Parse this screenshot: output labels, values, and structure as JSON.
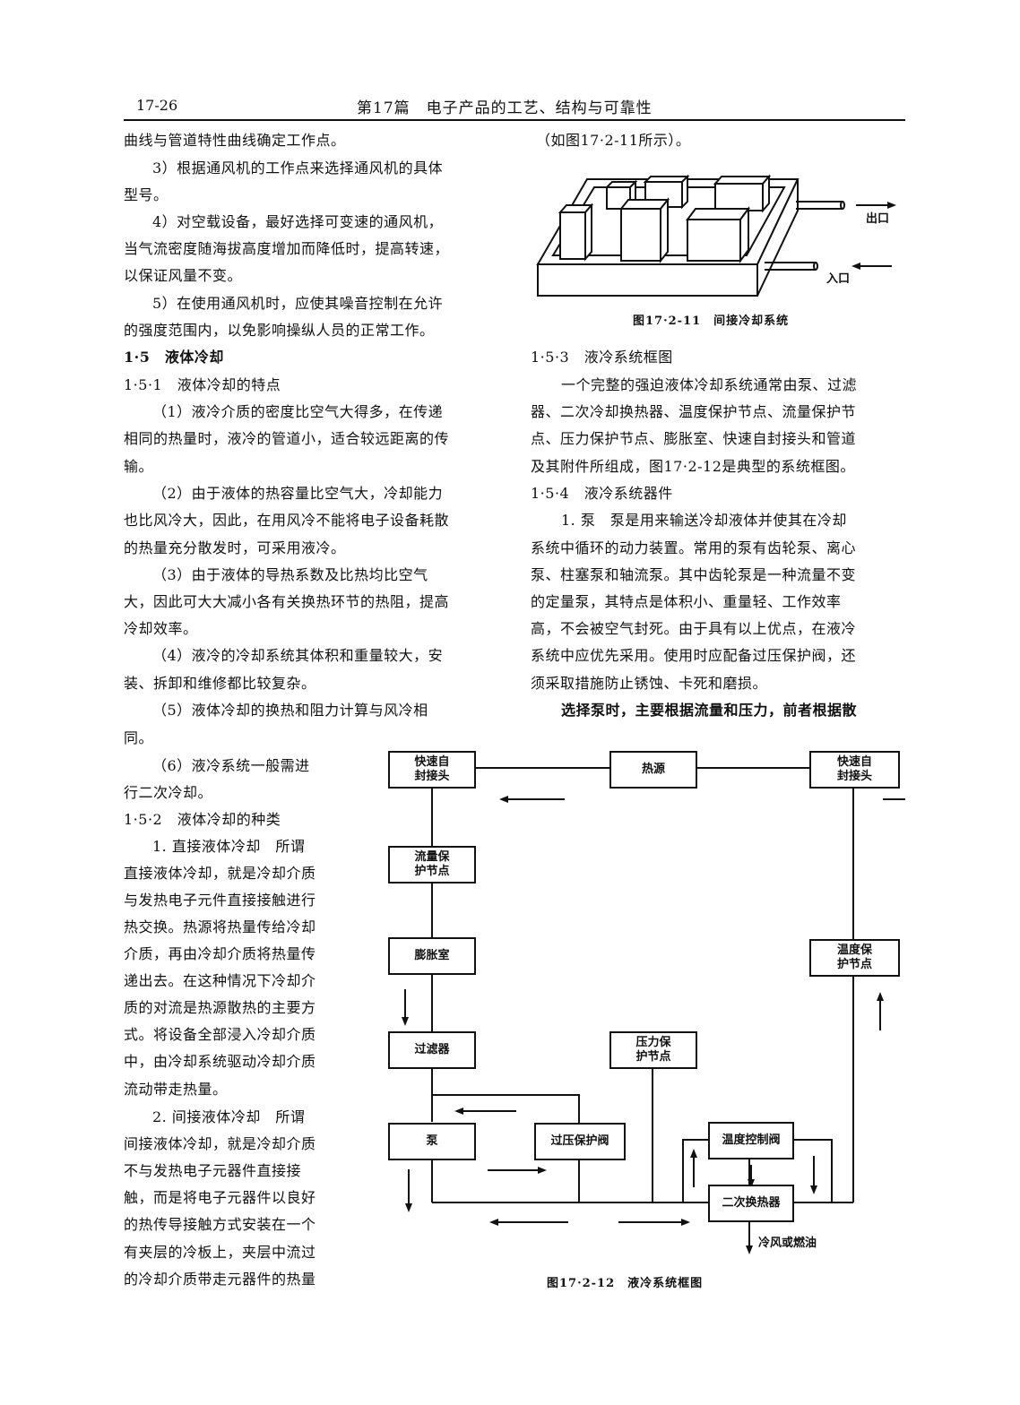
{
  "header": {
    "page_number": "17-26",
    "title": "第17篇　电子产品的工艺、结构与可靠性"
  },
  "left_col": {
    "l1": "曲线与管道特性曲线确定工作点。",
    "l2": "3）根据通风机的工作点来选择通风机的具体",
    "l3": "型号。",
    "l4": "4）对空载设备，最好选择可变速的通风机，",
    "l5": "当气流密度随海拔高度增加而降低时，提高转速，",
    "l6": "以保证风量不变。",
    "l7": "5）在使用通风机时，应使其噪音控制在允许",
    "l8": "的强度范围内，以免影响操纵人员的正常工作。",
    "l9": "1·5　液体冷却",
    "l10": "1·5·1　液体冷却的特点",
    "l11": "（1）液冷介质的密度比空气大得多，在传递",
    "l12": "相同的热量时，液冷的管道小，适合较远距离的传",
    "l13": "输。",
    "l14": "（2）由于液体的热容量比空气大，冷却能力",
    "l15": "也比风冷大，因此，在用风冷不能将电子设备耗散",
    "l16": "的热量充分散发时，可采用液冷。",
    "l17": "（3）由于液体的导热系数及比热均比空气",
    "l18": "大，因此可大大减小各有关换热环节的热阻，提高",
    "l19": "冷却效率。",
    "l20": "（4）液冷的冷却系统其体积和重量较大，安",
    "l21": "装、拆卸和维修都比较复杂。",
    "l22": "（5）液体冷却的换热和阻力计算与风冷相",
    "l23": "同。",
    "l24": "（6）液冷系统一般需进",
    "l25": "行二次冷却。",
    "l26": "1·5·2　液体冷却的种类",
    "l27": "1. 直接液体冷却　所谓",
    "l28": "直接液体冷却，就是冷却介质",
    "l29": "与发热电子元件直接接触进行",
    "l30": "热交换。热源将热量传给冷却",
    "l31": "介质，再由冷却介质将热量传",
    "l32": "递出去。在这种情况下冷却介",
    "l33": "质的对流是热源散热的主要方",
    "l34": "式。将设备全部浸入冷却介质",
    "l35": "中，由冷却系统驱动冷却介质",
    "l36": "流动带走热量。",
    "l37": "2. 间接液体冷却　所谓",
    "l38": "间接液体冷却，就是冷却介质",
    "l39": "不与发热电子元器件直接接",
    "l40": "触，而是将电子元器件以良好",
    "l41": "的热传导接触方式安装在一个",
    "l42": "有夹层的冷板上，夹层中流过",
    "l43": "的冷却介质带走元器件的热量"
  },
  "right_col": {
    "r1": "（如图17·2-11所示）。",
    "fig11_out": "出口",
    "fig11_in": "入口",
    "fig11_caption": "图17·2-11　间接冷却系统",
    "r2": "1·5·3　液冷系统框图",
    "r3": "一个完整的强迫液体冷却系统通常由泵、过滤",
    "r4": "器、二次冷却换热器、温度保护节点、流量保护节",
    "r5": "点、压力保护节点、膨胀室、快速自封接头和管道",
    "r6": "及其附件所组成，图17·2-12是典型的系统框图。",
    "r7": "1·5·4　液冷系统器件",
    "r8": "1. 泵　泵是用来输送冷却液体并使其在冷却",
    "r9": "系统中循环的动力装置。常用的泵有齿轮泵、离心",
    "r10": "泵、柱塞泵和轴流泵。其中齿轮泵是一种流量不变",
    "r11": "的定量泵，其特点是体积小、重量轻、工作效率",
    "r12": "高，不会被空气封死。由于具有以上优点，在液冷",
    "r13": "系统中应优先采用。使用时应配备过压保护阀，还",
    "r14": "须采取措施防止锈蚀、卡死和磨损。",
    "r15": "选择泵时，主要根据流量和压力，前者根据散"
  },
  "diagram": {
    "quick1_a": "快速自",
    "quick1_b": "封接头",
    "heat_src": "热源",
    "quick2_a": "快速自",
    "quick2_b": "封接头",
    "flow_a": "流量保",
    "flow_b": "护节点",
    "expand": "膨胀室",
    "temp_a": "温度保",
    "temp_b": "护节点",
    "filter": "过滤器",
    "press_a": "压力保",
    "press_b": "护节点",
    "pump": "泵",
    "over": "过压保护阀",
    "tempctl": "温度控制阀",
    "hx": "二次换热器",
    "cool": "冷风或燃油",
    "caption": "图17·2-12　液冷系统框图"
  }
}
